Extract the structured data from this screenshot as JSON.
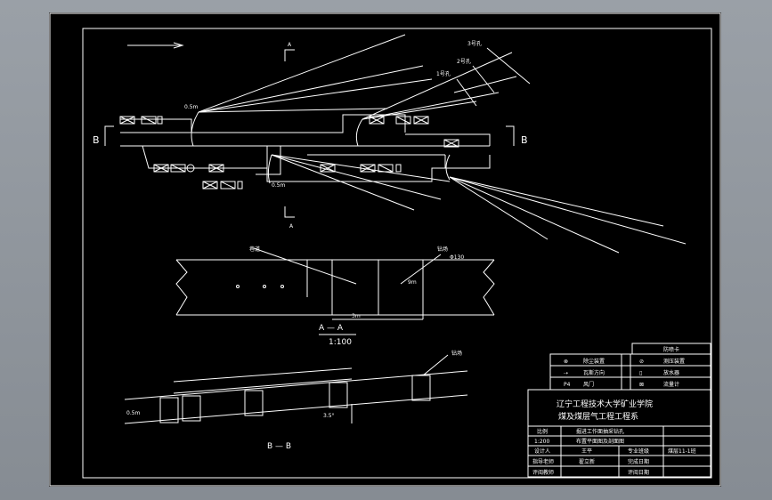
{
  "labels": {
    "section_b_left": "B",
    "section_b_right": "B",
    "hole_1": "1号孔",
    "hole_2": "2号孔",
    "hole_3": "3号孔",
    "section_aa": "A — A",
    "scale_1_100": "1:100",
    "section_bb": "B — B",
    "tunnel_label": "巷道",
    "drill_label": "钻场",
    "drill_label_2": "钻场",
    "dim_small_1": "0.5m",
    "dim_small_2": "9m",
    "dim_small_3": "3m",
    "dim_angle": "3.5°",
    "dim_130": "Φ130"
  },
  "legend": {
    "rows": [
      {
        "symbol": "⊗",
        "name": "除尘装置",
        "symbol2": "⊘",
        "name2": "测压装置"
      },
      {
        "symbol": "⇢",
        "name": "瓦斯方向",
        "symbol2": "▯",
        "name2": "放水器"
      },
      {
        "symbol": "P4",
        "name": "风门",
        "symbol2": "⊠",
        "name2": "流量计"
      }
    ],
    "top_right": "防喷卡"
  },
  "title_block": {
    "school": "辽宁工程技术大学矿业学院",
    "department": "煤及煤层气工程工程系",
    "row1": [
      "比例",
      "掘进工作面抽采钻孔",
      ""
    ],
    "row2": [
      "1:200",
      "布置平面图及剖面图",
      ""
    ],
    "row3": [
      "设计人",
      "王平",
      "专业班级",
      "煤层11-1班"
    ],
    "row4": [
      "指导老师",
      "翟立新",
      "完成日期",
      ""
    ],
    "row5": [
      "评阅教师",
      "",
      "评阅日期",
      ""
    ]
  }
}
